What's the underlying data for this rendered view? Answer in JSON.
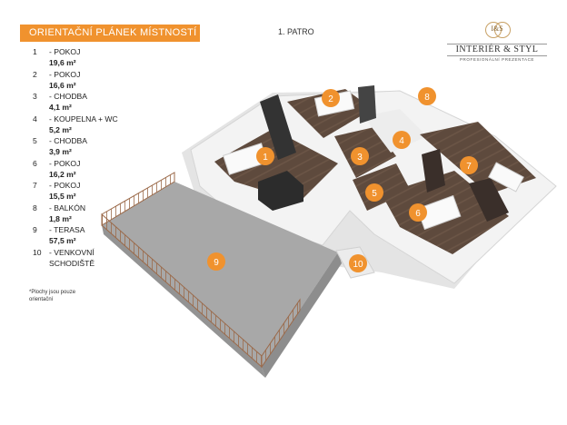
{
  "header": {
    "title": "ORIENTAČNÍ PLÁNEK MÍSTNOSTÍ",
    "floor": "1. PATRO"
  },
  "logo": {
    "monogram": "I&S",
    "name": "INTERIÉR & STYL",
    "subtitle": "PROFESIONÁLNÍ PREZENTACE"
  },
  "legend": [
    {
      "num": "1",
      "name": "- POKOJ",
      "area": "19,6 m²"
    },
    {
      "num": "2",
      "name": "- POKOJ",
      "area": "16,6 m²"
    },
    {
      "num": "3",
      "name": "- CHODBA",
      "area": "4,1 m²"
    },
    {
      "num": "4",
      "name": "- KOUPELNA + WC",
      "area": "5,2 m²"
    },
    {
      "num": "5",
      "name": "- CHODBA",
      "area": "3,9 m²"
    },
    {
      "num": "6",
      "name": "- POKOJ",
      "area": "16,2 m²"
    },
    {
      "num": "7",
      "name": "- POKOJ",
      "area": "15,5 m²"
    },
    {
      "num": "8",
      "name": "- BALKÓN",
      "area": "1,8 m²"
    },
    {
      "num": "9",
      "name": "- TERASA",
      "area": "57,5 m²"
    },
    {
      "num": "10",
      "name": "- VENKOVNÍ",
      "area": "SCHODIŠTĚ"
    }
  ],
  "note": {
    "line1": "*Plochy jsou pouze",
    "line2": "orientační"
  },
  "markers": [
    "1",
    "2",
    "3",
    "4",
    "5",
    "6",
    "7",
    "8",
    "9",
    "10"
  ],
  "colors": {
    "accent": "#f0922e",
    "floor_wood": "#5e4a3d",
    "wall": "#f2f2f2",
    "terrace": "#a8a8a8",
    "railing": "#9b6a4a"
  }
}
